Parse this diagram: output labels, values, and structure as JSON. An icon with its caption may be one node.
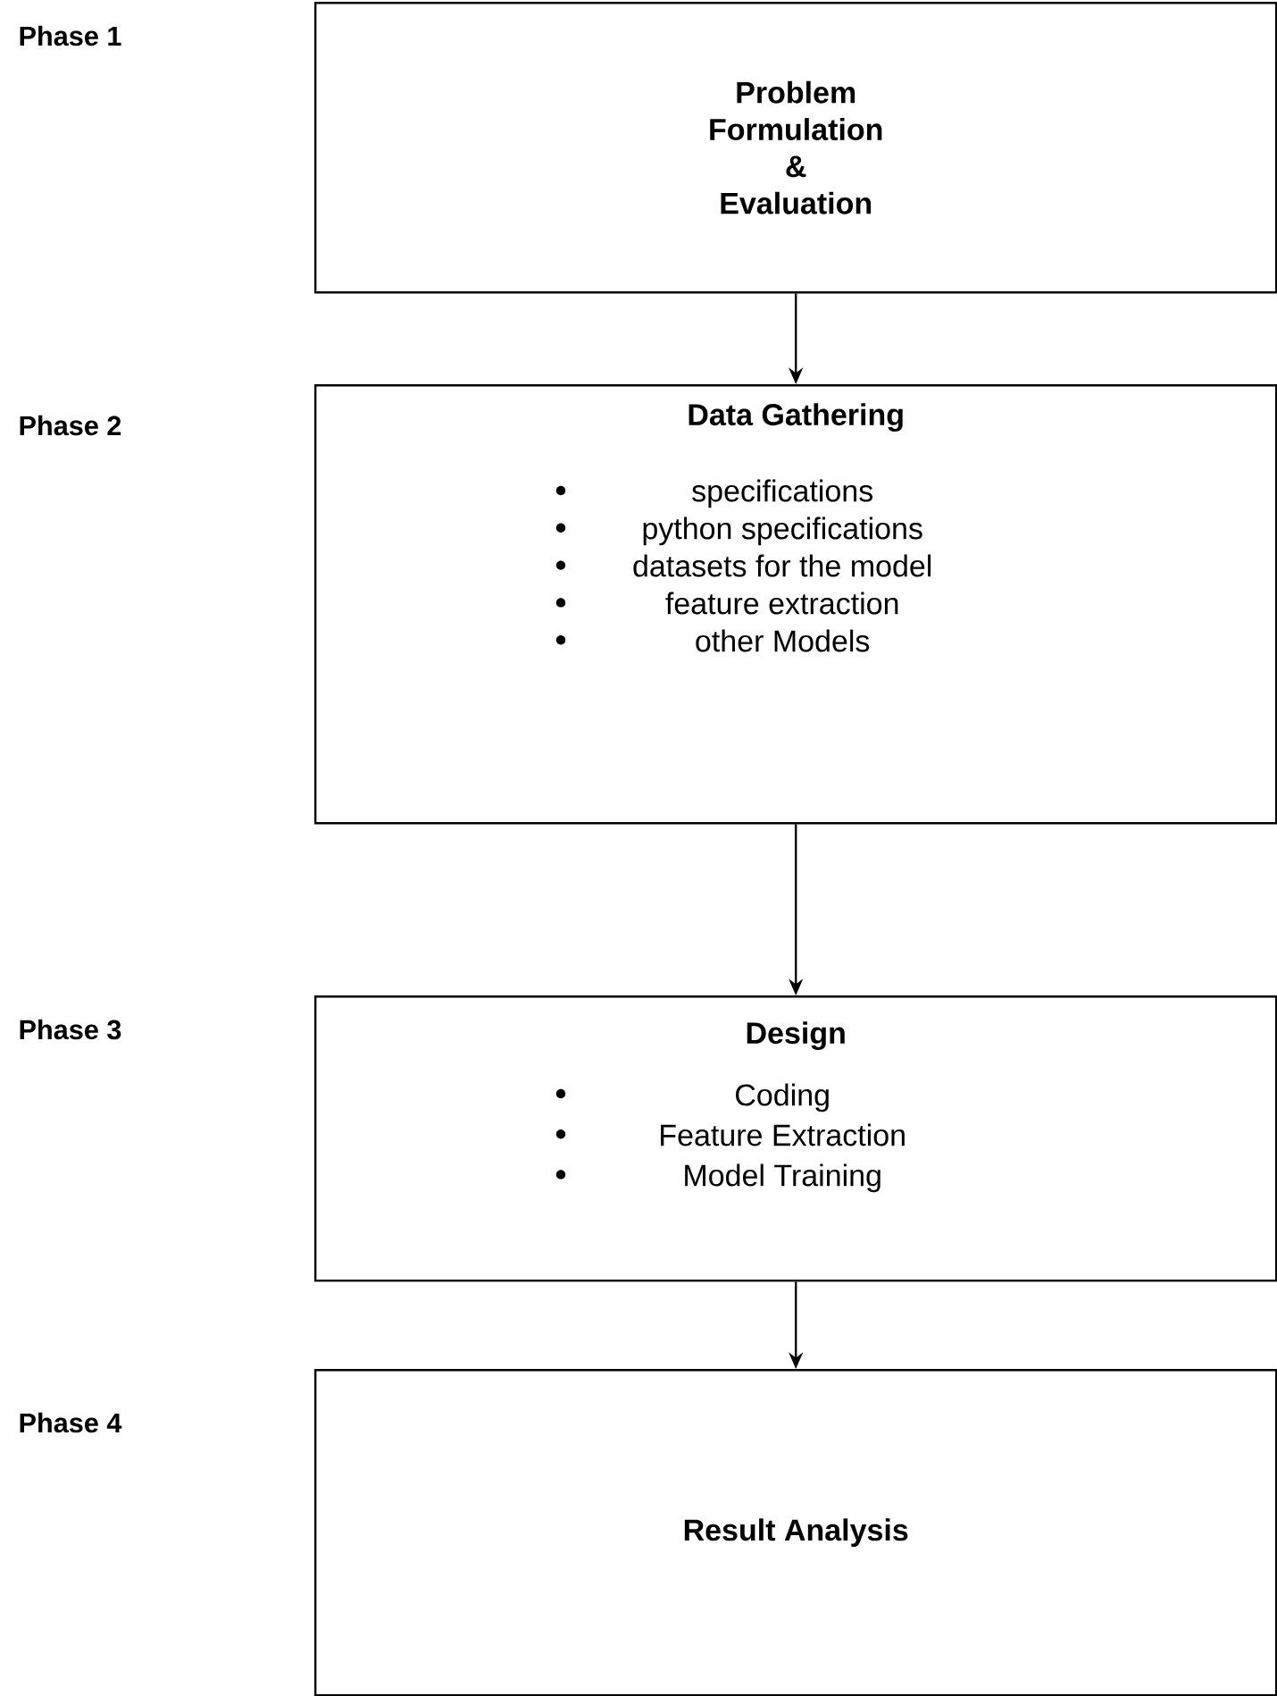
{
  "diagram": {
    "nodes": [
      {
        "text": [
          "Problem Formulation & Evaluation"
        ]
      },
      {
        "text": [
          "Data Gathering",
          "specifications",
          "python specifications",
          "datasets for the model",
          "feature extraction",
          "other Models"
        ]
      },
      {
        "text": [
          "Design",
          "Coding",
          "Feature Extraction",
          "Model Training"
        ]
      },
      {
        "text": [
          "Result Analysis"
        ]
      }
    ],
    "labels": [
      "Phase 1",
      "Phase 2",
      "Phase 3",
      "Phase 4"
    ],
    "edges": [
      {
        "from": 0,
        "to": 1,
        "arrow": "to"
      },
      {
        "from": 1,
        "to": 2,
        "arrow": "to"
      },
      {
        "from": 2,
        "to": 3,
        "arrow": "to"
      }
    ]
  }
}
